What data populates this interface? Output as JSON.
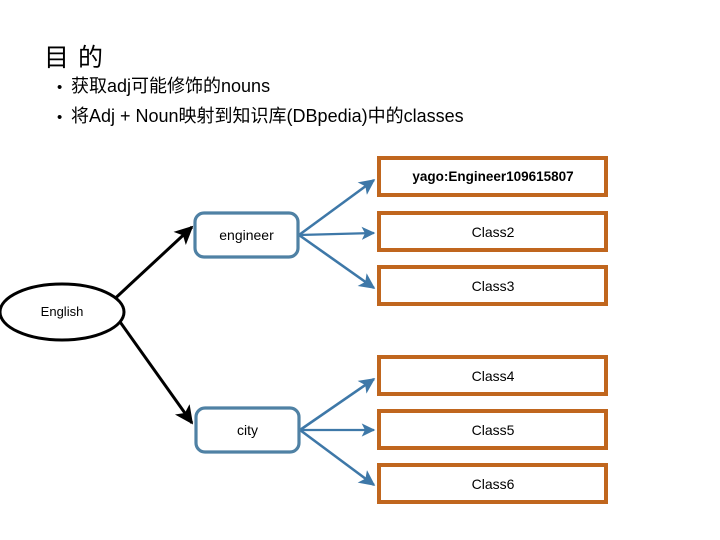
{
  "slide": {
    "title": "目 的",
    "bullets": [
      {
        "marker": "•",
        "text": "获取adj可能修饰的nouns"
      },
      {
        "marker": "•",
        "text": "将Adj + Noun映射到知识库(DBpedia)中的classes"
      }
    ]
  },
  "colors": {
    "class_box_border": "#C0661E",
    "class_box_fill": "#FFFFFF",
    "node_box_border": "#4F81A4",
    "node_box_fill": "#FFFFFF",
    "blue_arrow": "#3E78A8",
    "black_arrow": "#000000",
    "ellipse_border": "#000000",
    "text": "#000000"
  },
  "diagram": {
    "source_node": {
      "label": "English",
      "shape": "ellipse"
    },
    "word_nodes": [
      {
        "label": "engineer",
        "shape": "rounded-rect"
      },
      {
        "label": "city",
        "shape": "rounded-rect"
      }
    ],
    "class_boxes": [
      {
        "label": "yago:Engineer109615807",
        "group": "engineer",
        "emphasis": true
      },
      {
        "label": "Class2",
        "group": "engineer",
        "emphasis": false
      },
      {
        "label": "Class3",
        "group": "engineer",
        "emphasis": false
      },
      {
        "label": "Class4",
        "group": "city",
        "emphasis": false
      },
      {
        "label": "Class5",
        "group": "city",
        "emphasis": false
      },
      {
        "label": "Class6",
        "group": "city",
        "emphasis": false
      }
    ]
  }
}
